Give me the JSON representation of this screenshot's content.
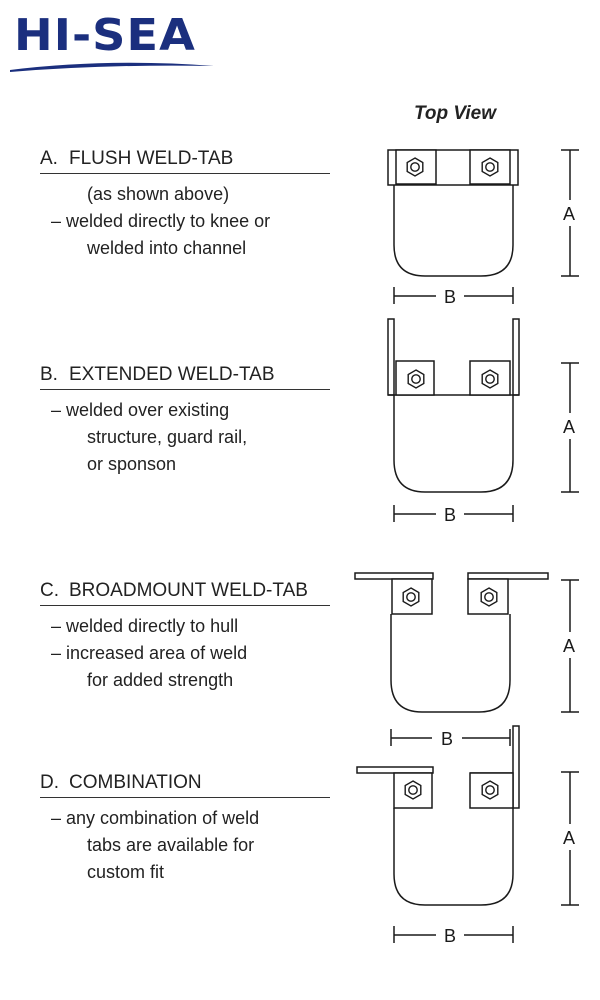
{
  "brand": {
    "name": "HI-SEA",
    "color": "#1b2f7e"
  },
  "view_label": "Top View",
  "dimension_labels": {
    "height": "A",
    "width": "B"
  },
  "items": [
    {
      "letter": "A.",
      "title": "FLUSH WELD-TAB",
      "lines": [
        {
          "text": "(as shown above)",
          "style": "plain"
        },
        {
          "text": "– welded directly to knee or",
          "style": "dash"
        },
        {
          "text": "welded into channel",
          "style": "plain"
        }
      ]
    },
    {
      "letter": "B.",
      "title": "EXTENDED WELD-TAB",
      "lines": [
        {
          "text": "– welded over existing",
          "style": "dash"
        },
        {
          "text": "structure, guard rail,",
          "style": "plain"
        },
        {
          "text": "or sponson",
          "style": "plain"
        }
      ]
    },
    {
      "letter": "C.",
      "title": "BROADMOUNT WELD-TAB",
      "lines": [
        {
          "text": "– welded directly to hull",
          "style": "dash"
        },
        {
          "text": "– increased area of weld",
          "style": "dash"
        },
        {
          "text": "for added strength",
          "style": "plain"
        }
      ]
    },
    {
      "letter": "D.",
      "title": "COMBINATION",
      "lines": [
        {
          "text": "– any combination of weld",
          "style": "dash"
        },
        {
          "text": "tabs are available for",
          "style": "plain"
        },
        {
          "text": "custom fit",
          "style": "plain"
        }
      ]
    }
  ]
}
